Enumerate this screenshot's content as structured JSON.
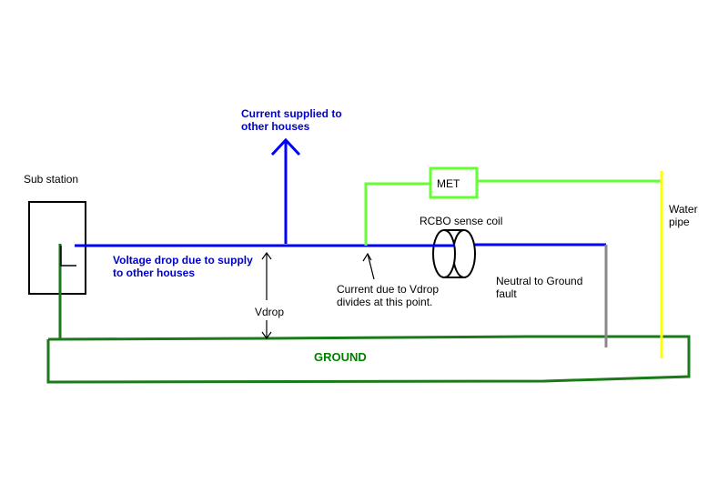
{
  "labels": {
    "substation": "Sub station",
    "current_supplied": [
      "Current supplied to",
      "other houses"
    ],
    "voltage_drop": [
      "Voltage drop due to supply",
      "to other houses"
    ],
    "vdrop": "Vdrop",
    "current_vdrop": [
      "Current due to Vdrop",
      "divides at this point."
    ],
    "rcbo": "RCBO sense coil",
    "met": "MET",
    "neutral_fault": [
      "Neutral to Ground",
      "fault"
    ],
    "water_pipe": [
      "Water",
      "pipe"
    ],
    "ground": "GROUND"
  },
  "colors": {
    "neutral": "#0000ff",
    "earth_wire": "#66ff33",
    "ground": "#1a7a1a",
    "water_pipe": "#ffff00",
    "fault": "#888888",
    "label_blue": "#0000cc",
    "label_green": "#008000"
  }
}
